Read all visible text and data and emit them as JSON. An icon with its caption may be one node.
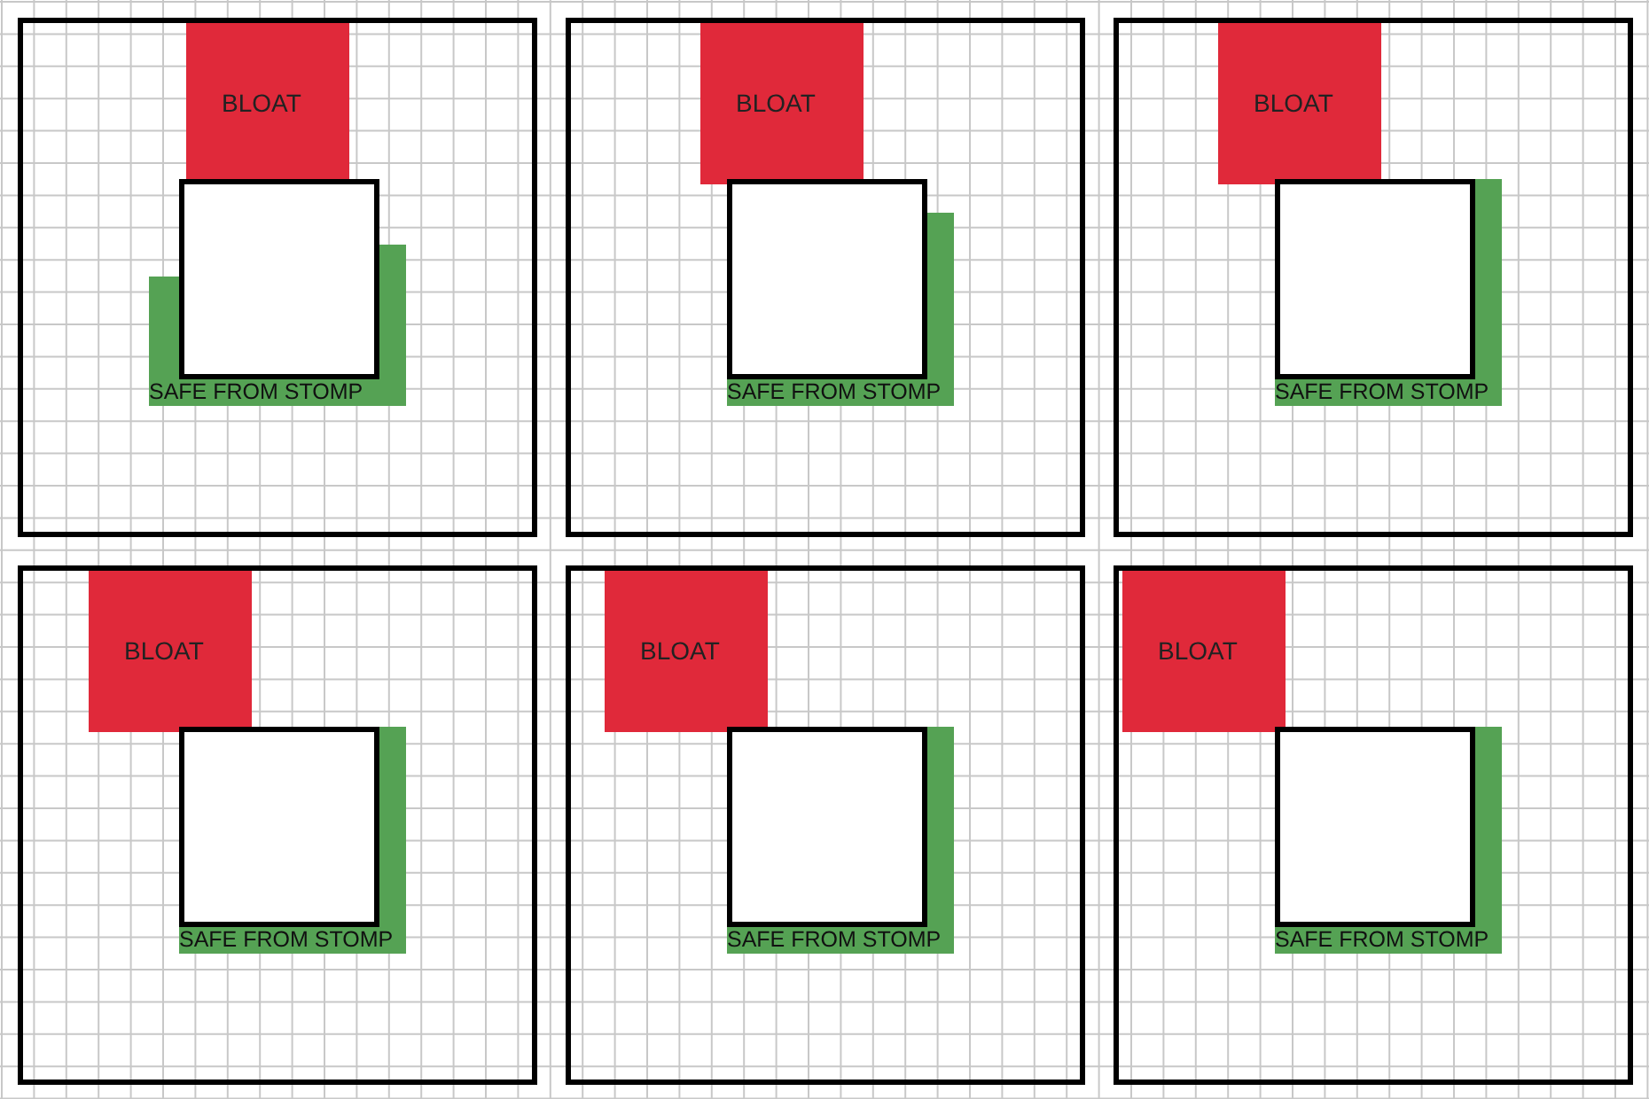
{
  "diagram": {
    "nodes": [
      {
        "text": [],
        "shape": "box"
      },
      {
        "text": [
          "BLOAT"
        ],
        "in": 0
      },
      {
        "text": [],
        "shape": "box",
        "in": 0
      },
      {
        "text": [
          "SAFE FROM STOMP"
        ],
        "in": 0
      },
      {
        "text": [],
        "shape": "box"
      },
      {
        "text": [
          "BLOAT"
        ],
        "in": 4
      },
      {
        "text": [],
        "shape": "box",
        "in": 4
      },
      {
        "text": [
          "SAFE FROM STOMP"
        ],
        "in": 4
      },
      {
        "text": [],
        "shape": "box"
      },
      {
        "text": [
          "BLOAT"
        ],
        "in": 8
      },
      {
        "text": [],
        "shape": "box",
        "in": 8
      },
      {
        "text": [
          "SAFE FROM STOMP"
        ],
        "in": 8
      },
      {
        "text": [],
        "shape": "box"
      },
      {
        "text": [
          "BLOAT"
        ],
        "in": 12
      },
      {
        "text": [],
        "shape": "box",
        "in": 12
      },
      {
        "text": [
          "SAFE FROM STOMP"
        ],
        "in": 12
      },
      {
        "text": [],
        "shape": "box"
      },
      {
        "text": [
          "BLOAT"
        ],
        "in": 16
      },
      {
        "text": [],
        "shape": "box",
        "in": 16
      },
      {
        "text": [
          "SAFE FROM STOMP"
        ],
        "in": 16
      },
      {
        "text": [],
        "shape": "box"
      },
      {
        "text": [
          "BLOAT"
        ],
        "in": 20
      },
      {
        "text": [],
        "shape": "box",
        "in": 20
      },
      {
        "text": [
          "SAFE FROM STOMP"
        ],
        "in": 20
      }
    ],
    "edges": []
  }
}
